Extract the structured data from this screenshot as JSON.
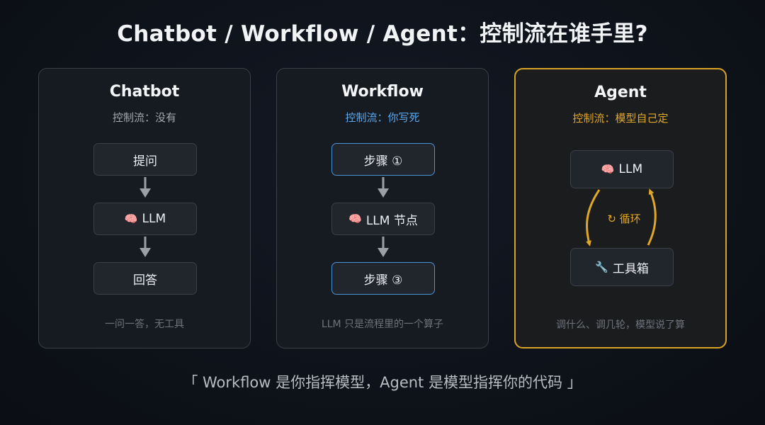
{
  "title": "Chatbot / Workflow / Agent：控制流在谁手里?",
  "cards": [
    {
      "title": "Chatbot",
      "subtitle": "控制流：没有",
      "nodes": [
        "提问",
        "LLM",
        "回答"
      ],
      "footer": "一问一答，无工具"
    },
    {
      "title": "Workflow",
      "subtitle": "控制流：你写死",
      "nodes": [
        "步骤 ①",
        "LLM 节点",
        "步骤 ③"
      ],
      "footer": "LLM 只是流程里的一个算子"
    },
    {
      "title": "Agent",
      "subtitle": "控制流：模型自己定",
      "nodes": [
        "LLM",
        "工具箱"
      ],
      "loop_label": "循环",
      "footer": "调什么、调几轮，模型说了算"
    }
  ],
  "quote": "「 Workflow 是你指挥模型，Agent 是模型指挥你的代码 」",
  "colors": {
    "accent_gold": "#d9a425",
    "accent_blue": "#4a93d6",
    "background": "#0f131b"
  },
  "icons": {
    "llm": "brain-icon",
    "toolbox": "wrench-icon",
    "loop": "loop-icon"
  }
}
